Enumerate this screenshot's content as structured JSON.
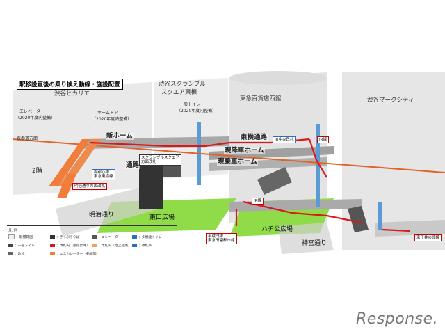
{
  "title": "駅移設直後の乗り換え動線・施設配置",
  "buildings": {
    "hikarie": "渋谷ヒカリエ",
    "scramble_1": "渋谷スクランブル",
    "scramble_2": "スクエア東棟",
    "tokyu": "東急百貨店西館",
    "mark": "渋谷マークシティ"
  },
  "callouts": {
    "elevator": "エレベーター",
    "elevator_year": "（2020年度内整備）",
    "homedoor": "ホームドア",
    "homedoor_year": "（2020年度内整備）",
    "toilet": "一般トイレ",
    "toilet_year": "（2020年度内整備）",
    "aoyama": "表参道方面"
  },
  "platforms": {
    "new_home": "新ホーム",
    "tunnel_left": "通路",
    "keio_trans": "東横通路",
    "current_arrive": "現降車ホーム",
    "current_board": "現乗車ホーム"
  },
  "places": {
    "floor2": "2階",
    "meiji": "明治通り",
    "east_plaza": "東口広場",
    "hachiko": "ハチ公広場",
    "jingu": "神宮通り"
  },
  "tags": {
    "fukutoshin": "副都心線",
    "fukutoshin2": "東急東横線",
    "meiji_gate": "明治通り方面改札",
    "scramble_gate": "スクランブルスクエア",
    "scramble_gate2": "方面改札",
    "jr_central": "JR中央改札",
    "jr_line": "JR線",
    "jr_line2": "JR線",
    "hanzo": "半蔵門線",
    "hanzo2": "東急田園都市線",
    "inokashira": "京王井の頭線"
  },
  "legend": {
    "header": "凡 例",
    "items": [
      "：影響範囲",
      "：きっぷうりば",
      "：エレベーター",
      "：多機能トイレ",
      "：一般トイレ",
      "：改札内（階段昇降）",
      "：改札内（地上経路）",
      "：改札外",
      "：改札",
      "：エスカレーター（動線図）"
    ]
  },
  "logo": "Response.",
  "colors": {
    "rail": "#e06428",
    "route": "#d7191c",
    "plaza": "#8fdc48",
    "building": "#e6e6e6",
    "platform": "#9a9a9a",
    "pillar": "#5a9bd5"
  }
}
